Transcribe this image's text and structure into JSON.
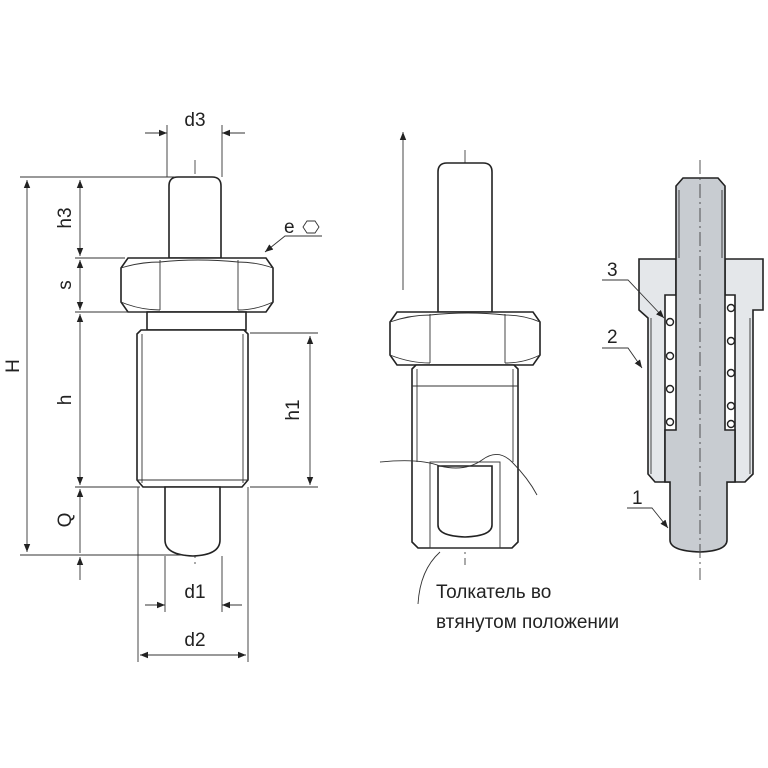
{
  "dimensions": {
    "d3": "d3",
    "H": "H",
    "h3": "h3",
    "s": "s",
    "h": "h",
    "Q": "Q",
    "h1": "h1",
    "d1": "d1",
    "d2": "d2",
    "e": "e"
  },
  "caption": {
    "line1": "Толкатель во",
    "line2": "втянутом положении"
  },
  "part_numbers": [
    "1",
    "2",
    "3"
  ],
  "colors": {
    "pin_fill": "#c8ccd1",
    "housing_fill": "#e4e7ea",
    "line": "#222222"
  }
}
